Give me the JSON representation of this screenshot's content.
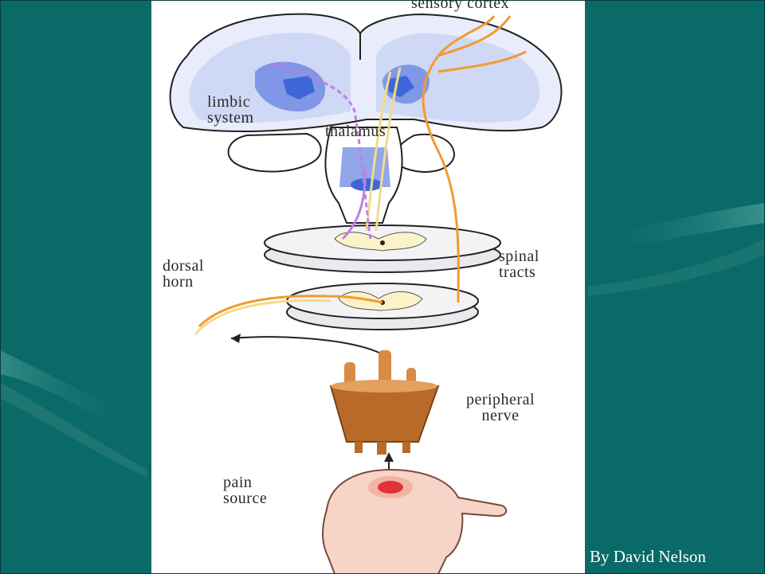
{
  "colors": {
    "background": "#0a6a68",
    "brain_fill": "#cfd8f5",
    "brain_deep": "#3f66d6",
    "pathway_orange": "#f29a30",
    "pathway_yellow": "#f2dc8a",
    "pathway_purple": "#c07ee6",
    "nerve_brown": "#b86a28"
  },
  "labels": {
    "sensory_cortex": "sensory cortex",
    "limbic_system": "limbic system",
    "thalamus": "thalamus",
    "spinal_tracts": "spinal tracts",
    "dorsal_horn": "dorsal horn",
    "peripheral_nerve": "peripheral nerve",
    "pain_source": "pain source"
  },
  "credit": "By David Nelson"
}
